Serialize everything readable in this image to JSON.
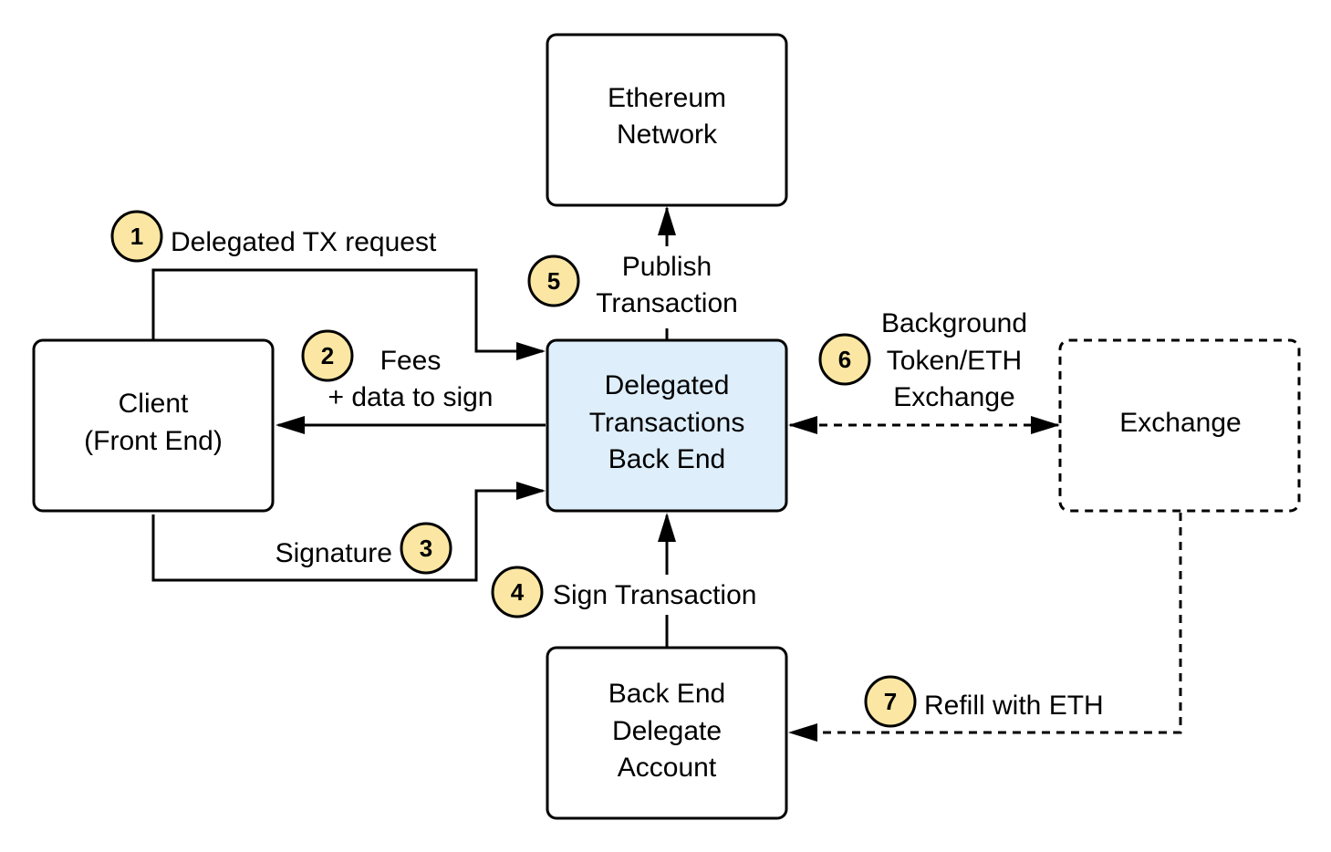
{
  "colors": {
    "stroke": "#000000",
    "highlight_fill": "#deeefa",
    "badge_fill": "#fbe7a3",
    "background": "#ffffff"
  },
  "nodes": {
    "ethereum": {
      "lines": [
        "Ethereum",
        "Network"
      ]
    },
    "client": {
      "lines": [
        "Client",
        "(Front End)"
      ]
    },
    "backend": {
      "lines": [
        "Delegated",
        "Transactions",
        "Back End"
      ]
    },
    "exchange": {
      "lines": [
        "Exchange"
      ]
    },
    "delegate": {
      "lines": [
        "Back End",
        "Delegate",
        "Account"
      ]
    }
  },
  "steps": [
    {
      "number": "1",
      "label": [
        "Delegated TX request"
      ]
    },
    {
      "number": "2",
      "label": [
        "Fees",
        "+ data to sign"
      ]
    },
    {
      "number": "3",
      "label": [
        "Signature"
      ]
    },
    {
      "number": "4",
      "label": [
        "Sign Transaction"
      ]
    },
    {
      "number": "5",
      "label": [
        "Publish",
        "Transaction"
      ]
    },
    {
      "number": "6",
      "label": [
        "Background",
        "Token/ETH",
        "Exchange"
      ]
    },
    {
      "number": "7",
      "label": [
        "Refill with ETH"
      ]
    }
  ]
}
